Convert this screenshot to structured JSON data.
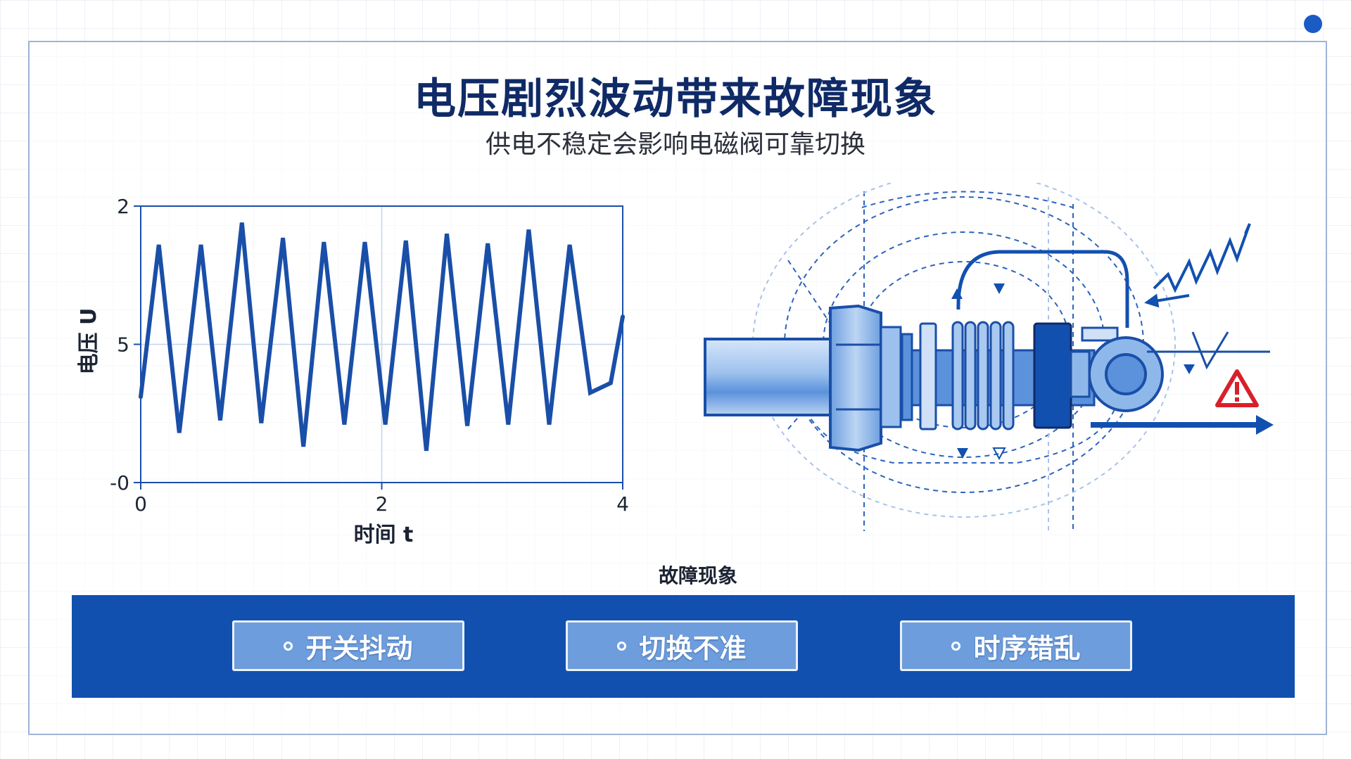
{
  "heading": {
    "title": "电压剧烈波动带来故障现象",
    "subtitle": "供电不稳定会影响电磁阀可靠切换"
  },
  "colors": {
    "primary": "#1250b0",
    "navy": "#0f2a66",
    "wave": "#1a4fa8",
    "valve_fill": "#8fb8ea",
    "warning": "#d8202a"
  },
  "chart_data": {
    "type": "line",
    "xlabel": "时间 t",
    "ylabel": "电压 U",
    "x_ticks": [
      "0",
      "2",
      "4"
    ],
    "y_ticks": [
      "2",
      "5",
      "-0"
    ],
    "xlim": [
      0,
      4
    ],
    "ylim": [
      0,
      2
    ],
    "grid": true,
    "series": [
      {
        "x": [
          0.0,
          0.15,
          0.32,
          0.5,
          0.66,
          0.84,
          1.0,
          1.18,
          1.35,
          1.52,
          1.69,
          1.86,
          2.03,
          2.2,
          2.37,
          2.54,
          2.71,
          2.88,
          3.05,
          3.22,
          3.39,
          3.56,
          3.73,
          3.9,
          4.0
        ],
        "y": [
          0.62,
          1.72,
          0.36,
          1.72,
          0.45,
          1.88,
          0.43,
          1.77,
          0.26,
          1.74,
          0.42,
          1.74,
          0.42,
          1.75,
          0.23,
          1.8,
          0.41,
          1.73,
          0.42,
          1.83,
          0.42,
          1.72,
          0.65,
          0.72,
          1.2
        ]
      }
    ]
  },
  "diagram": {
    "icons": [
      "solenoid-valve-icon",
      "coil-icon",
      "warning-triangle-icon",
      "arrow-right-icon"
    ]
  },
  "symptoms": {
    "heading": "故障现象",
    "items": [
      {
        "label": "开关抖动"
      },
      {
        "label": "切换不准"
      },
      {
        "label": "时序错乱"
      }
    ]
  }
}
